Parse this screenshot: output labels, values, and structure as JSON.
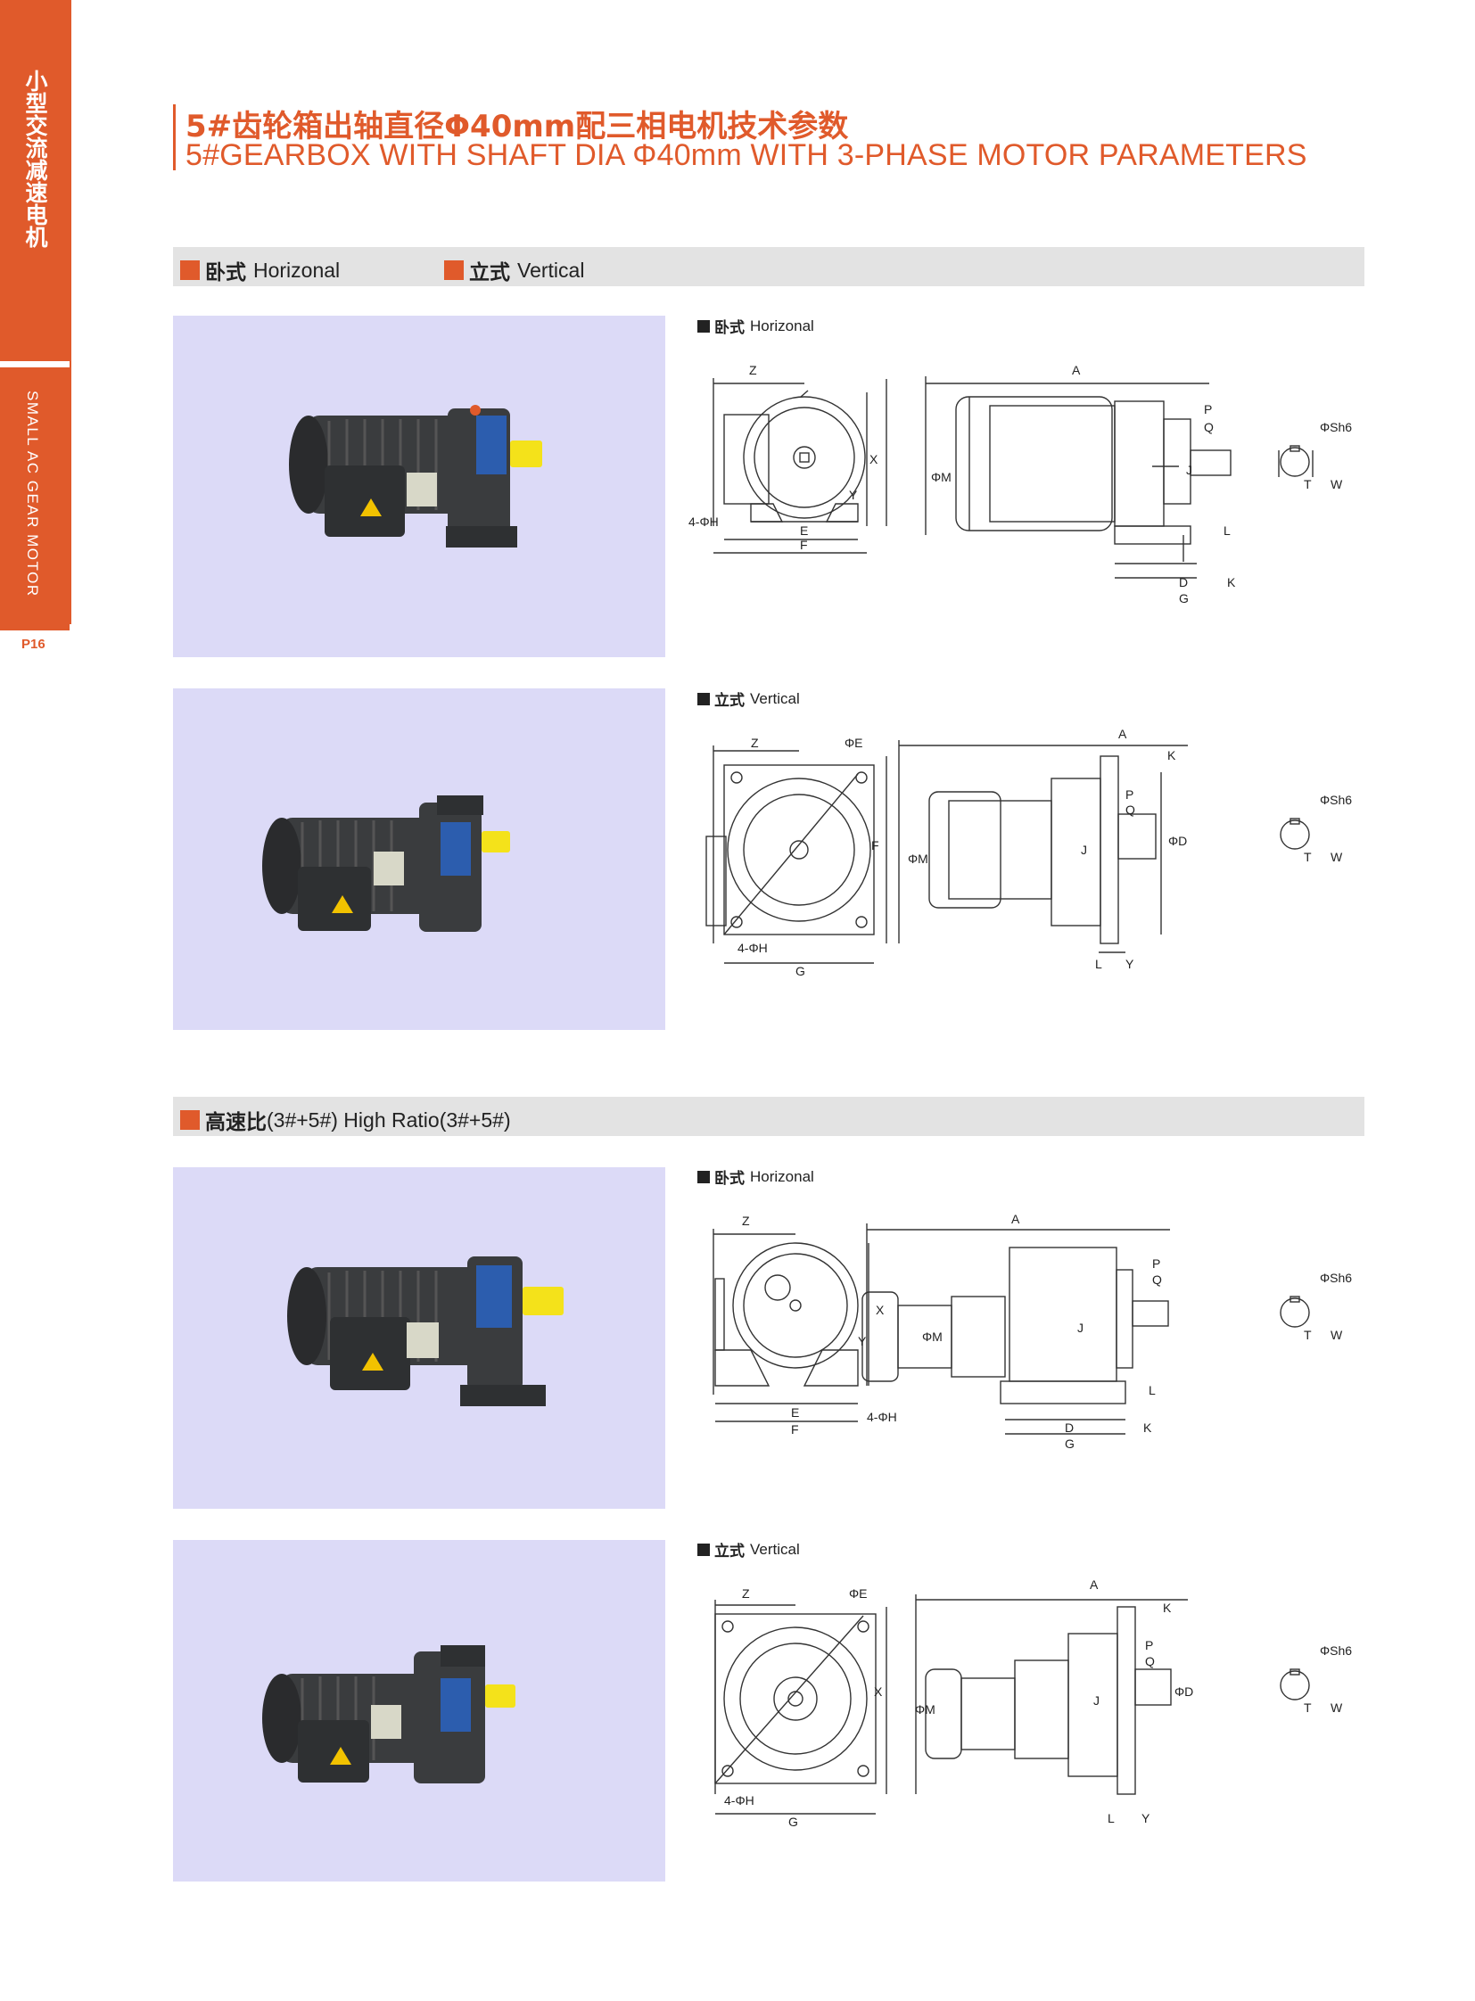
{
  "sidebar": {
    "category_cn": "小型交流减速电机",
    "category_en": "SMALL AC GEAR MOTOR",
    "page_number": "P16"
  },
  "title": {
    "cn": "5#齿轮箱出轴直径Φ40mm配三相电机技术参数",
    "en": "5#GEARBOX WITH SHAFT DIA Φ40mm WITH 3-PHASE MOTOR PARAMETERS"
  },
  "section1": {
    "tab1_cn": "卧式",
    "tab1_en": "Horizonal",
    "tab2_cn": "立式",
    "tab2_en": "Vertical"
  },
  "section2": {
    "cn": "高速比",
    "rest": "(3#+5#)  High Ratio(3#+5#)"
  },
  "drawings": {
    "horizontal_cn": "卧式",
    "horizontal_en": "Horizonal",
    "vertical_cn": "立式",
    "vertical_en": "Vertical"
  },
  "dim_labels": {
    "Z": "Z",
    "A": "A",
    "X": "X",
    "Y": "Y",
    "E": "E",
    "F": "F",
    "G": "G",
    "D": "D",
    "K": "K",
    "L": "L",
    "P": "P",
    "Q": "Q",
    "J": "J",
    "M": "ΦM",
    "H": "4-ΦH",
    "S": "ΦSh6",
    "T": "T",
    "W": "W",
    "PE": "ΦE",
    "PD": "ΦD"
  },
  "colors": {
    "accent": "#e05a2b",
    "photo_bg": "#dcdaf7",
    "section_bg": "#e3e3e3"
  }
}
